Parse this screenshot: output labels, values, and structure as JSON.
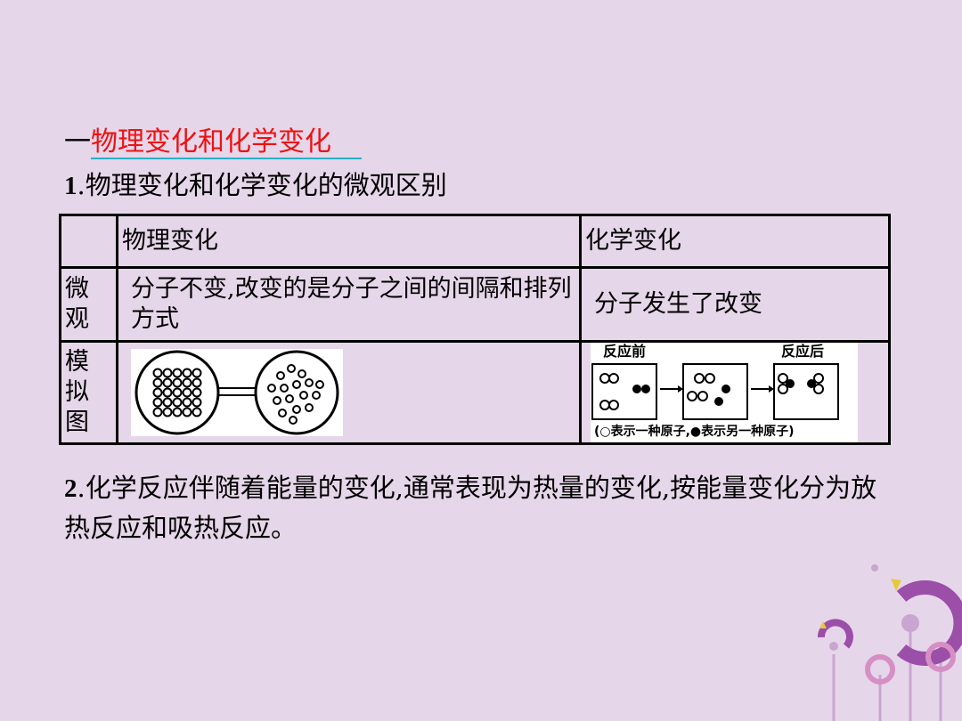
{
  "heading": {
    "prefix": "一",
    "title": "物理变化和化学变化"
  },
  "section1": {
    "number": "1",
    "text": ".物理变化和化学变化的微观区别"
  },
  "table": {
    "headers": [
      "",
      "物理变化",
      "化学变化"
    ],
    "micro_label": "微观",
    "micro_physical": "分子不变,改变的是分子之间的间隔和排列方式",
    "micro_chemical": "分子发生了改变",
    "sim_label": "模拟图",
    "sim_before": "反应前",
    "sim_after": "反应后",
    "sim_legend": "(○表示一种原子,●表示另一种原子)"
  },
  "section2": {
    "number": "2",
    "text": ".化学反应伴随着能量的变化,通常表现为热量的变化,按能量变化分为放热反应和吸热反应。"
  },
  "colors": {
    "background": "#e6d6e9",
    "heading_red": "#ee1111",
    "underline": "#2ab0c8",
    "deco_purple": "#9b4fa8"
  }
}
